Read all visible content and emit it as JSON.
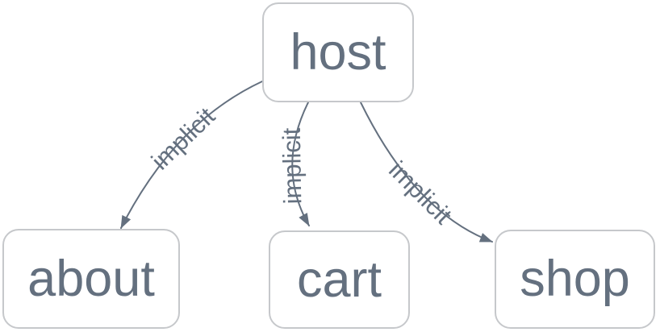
{
  "diagram": {
    "type": "project-dependency-graph",
    "nodes": [
      {
        "id": "host",
        "label": "host"
      },
      {
        "id": "about",
        "label": "about"
      },
      {
        "id": "cart",
        "label": "cart"
      },
      {
        "id": "shop",
        "label": "shop"
      }
    ],
    "edges": [
      {
        "from": "host",
        "to": "about",
        "label": "implicit"
      },
      {
        "from": "host",
        "to": "cart",
        "label": "implicit"
      },
      {
        "from": "host",
        "to": "shop",
        "label": "implicit"
      }
    ],
    "colors": {
      "edge": "#64707f",
      "node_border": "#c6c8cb",
      "node_text": "#64707f",
      "background": "#ffffff"
    }
  }
}
